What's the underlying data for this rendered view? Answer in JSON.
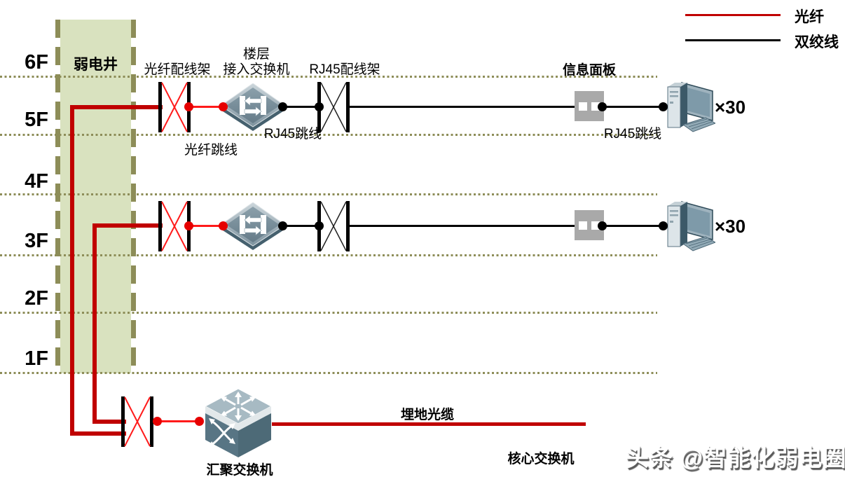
{
  "legend": {
    "items": [
      {
        "label": "光纤",
        "color": "#c00000"
      },
      {
        "label": "双绞线",
        "color": "#000000"
      }
    ]
  },
  "shaft": {
    "label": "弱电井"
  },
  "floors": [
    {
      "label": "6F"
    },
    {
      "label": "5F"
    },
    {
      "label": "4F"
    },
    {
      "label": "3F"
    },
    {
      "label": "2F"
    },
    {
      "label": "1F"
    }
  ],
  "equipment_labels": {
    "fiber_patch_panel": "光纤配线架",
    "floor_switch_line1": "楼层",
    "floor_switch_line2": "接入交换机",
    "rj45_patch_panel": "RJ45配线架",
    "info_panel": "信息面板",
    "rj45_jumper_switch": "RJ45跳线",
    "fiber_jumper": "光纤跳线",
    "rj45_jumper_panel": "RJ45跳线",
    "pc_count": "×30"
  },
  "bottom": {
    "aggregation_switch": "汇聚交换机",
    "buried_fiber_cable": "埋地光缆",
    "core_switch": "核心交换机"
  },
  "watermark": "头条 @智能化弱电圈",
  "colors": {
    "fiber_backbone": "#c00000",
    "fiber_jumper": "#ff1a1a",
    "twisted_pair": "#000000",
    "shaft_fill": "#d9e2bf",
    "shaft_border": "#8d8d58",
    "info_panel_gray": "#a9a9a9"
  }
}
